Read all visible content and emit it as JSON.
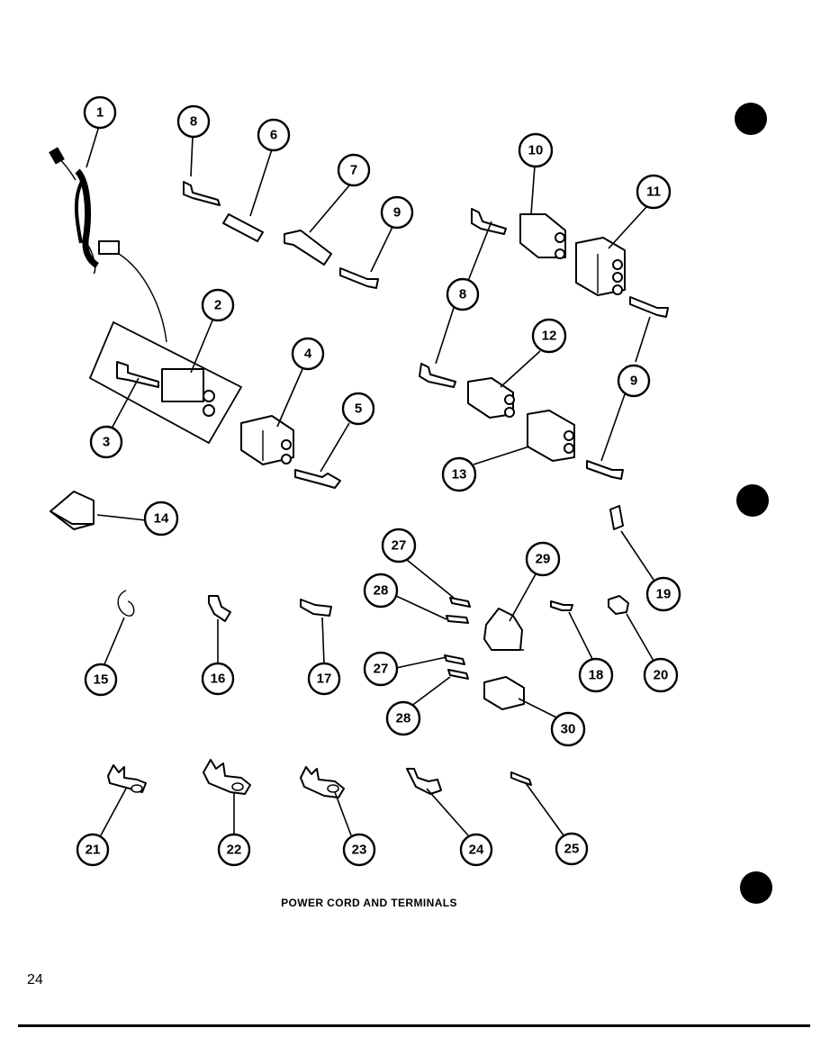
{
  "diagram": {
    "caption": "POWER CORD AND TERMINALS",
    "page_number": "24",
    "callouts": [
      {
        "id": "c1",
        "label": "1"
      },
      {
        "id": "c8a",
        "label": "8"
      },
      {
        "id": "c6",
        "label": "6"
      },
      {
        "id": "c7",
        "label": "7"
      },
      {
        "id": "c9a",
        "label": "9"
      },
      {
        "id": "c10",
        "label": "10"
      },
      {
        "id": "c11",
        "label": "11"
      },
      {
        "id": "c2",
        "label": "2"
      },
      {
        "id": "c4",
        "label": "4"
      },
      {
        "id": "c3",
        "label": "3"
      },
      {
        "id": "c5",
        "label": "5"
      },
      {
        "id": "c8b",
        "label": "8"
      },
      {
        "id": "c12",
        "label": "12"
      },
      {
        "id": "c9b",
        "label": "9"
      },
      {
        "id": "c13",
        "label": "13"
      },
      {
        "id": "c14",
        "label": "14"
      },
      {
        "id": "c27a",
        "label": "27"
      },
      {
        "id": "c29",
        "label": "29"
      },
      {
        "id": "c28a",
        "label": "28"
      },
      {
        "id": "c19",
        "label": "19"
      },
      {
        "id": "c15",
        "label": "15"
      },
      {
        "id": "c16",
        "label": "16"
      },
      {
        "id": "c17",
        "label": "17"
      },
      {
        "id": "c18",
        "label": "18"
      },
      {
        "id": "c20",
        "label": "20"
      },
      {
        "id": "c27b",
        "label": "27"
      },
      {
        "id": "c28b",
        "label": "28"
      },
      {
        "id": "c30",
        "label": "30"
      },
      {
        "id": "c21",
        "label": "21"
      },
      {
        "id": "c22",
        "label": "22"
      },
      {
        "id": "c23",
        "label": "23"
      },
      {
        "id": "c24",
        "label": "24"
      },
      {
        "id": "c25",
        "label": "25"
      }
    ]
  }
}
